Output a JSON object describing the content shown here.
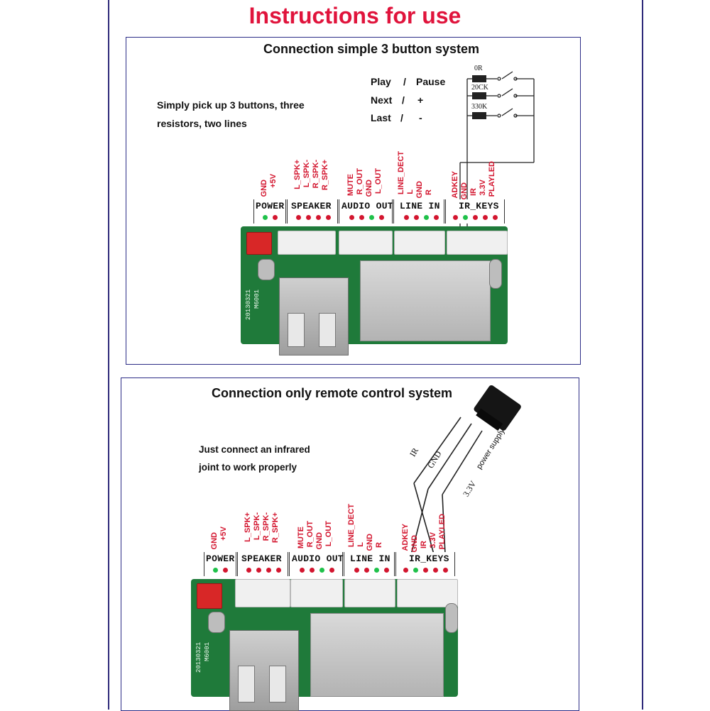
{
  "title": "Instructions for use",
  "panel1": {
    "title": "Connection simple 3 button system",
    "note_lines": [
      "Simply pick up 3 buttons, three",
      "resistors, two lines"
    ],
    "buttons": [
      {
        "label": "Play",
        "sep": "/",
        "value": "Pause",
        "resistor": "0R"
      },
      {
        "label": "Next",
        "sep": "/",
        "value": "+",
        "resistor": "20CK"
      },
      {
        "label": "Last",
        "sep": "/",
        "value": "-",
        "resistor": "330K"
      }
    ],
    "pcb_text": [
      "20130321",
      "M6001"
    ]
  },
  "panel2": {
    "title": "Connection only remote control system",
    "note_lines": [
      "Just connect an infrared",
      "joint to work properly"
    ],
    "ir_labels": {
      "ir": "IR",
      "gnd": "GND",
      "vcc": "3.3V",
      "power": "power supply"
    },
    "pcb_text": [
      "20130321",
      "M6001"
    ]
  },
  "headers": [
    {
      "name": "POWER",
      "pins": [
        "GND",
        "+5V"
      ],
      "dots": [
        "g",
        "r"
      ]
    },
    {
      "name": "SPEAKER",
      "pins": [
        "L_SPK+",
        "L_SPK-",
        "R_SPK-",
        "R_SPK+"
      ],
      "dots": [
        "r",
        "r",
        "r",
        "r"
      ]
    },
    {
      "name": "AUDIO OUT",
      "pins": [
        "MUTE",
        "R_OUT",
        "GND",
        "L_OUT"
      ],
      "dots": [
        "r",
        "r",
        "g",
        "r"
      ]
    },
    {
      "name": "LINE IN",
      "pins": [
        "LINE_DECT",
        "L",
        "GND",
        "R"
      ],
      "dots": [
        "r",
        "r",
        "g",
        "r"
      ]
    },
    {
      "name": "IR_KEYS",
      "pins": [
        "ADKEY",
        "GND",
        "IR",
        "3.3V",
        "PLAYLED"
      ],
      "dots": [
        "r",
        "g",
        "r",
        "r",
        "r"
      ]
    }
  ],
  "colors": {
    "title": "#e0143c",
    "frame": "#2b2c86",
    "pin_label": "#d3162f",
    "pcb": "#1f7a3a",
    "dot_green": "#1fc14a"
  }
}
